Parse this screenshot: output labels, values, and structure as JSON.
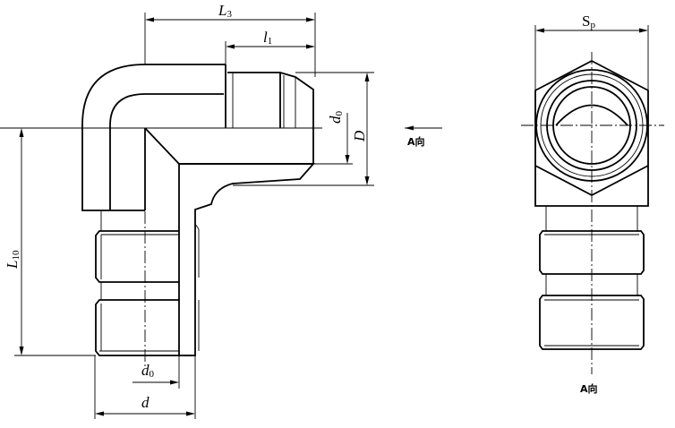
{
  "labels": {
    "L3": {
      "main": "L",
      "sub": "3"
    },
    "l1": {
      "main": "l",
      "sub": "1"
    },
    "d0_right": {
      "main": "d",
      "sub": "0"
    },
    "D": "D",
    "L10": {
      "main": "L",
      "sub": "10"
    },
    "d0_bottom": {
      "main": "d",
      "sub": "0"
    },
    "d": "d",
    "Sp": {
      "main": "S",
      "sub": "p"
    }
  },
  "view_arrow_label": "A向",
  "view_caption": "A向"
}
